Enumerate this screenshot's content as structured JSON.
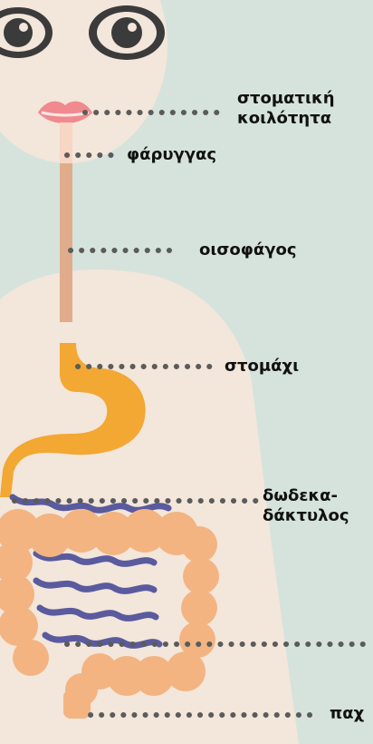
{
  "colors": {
    "background": "#d5e3dc",
    "skin": "#f3e6da",
    "eye": "#3b3b3b",
    "lips": "#f08a8f",
    "esophagus": "#e0ac8c",
    "stomach": "#f2a833",
    "intestine_small": "#5a5a9e",
    "intestine_large": "#f3b482",
    "dots": "#5b5b5b"
  },
  "labels": {
    "mouth_line1": "στοματική",
    "mouth_line2": "κοιλότητα",
    "pharynx": "φάρυγγας",
    "esophagus": "οισοφάγος",
    "stomach": "στομάχι",
    "duodenum_line1": "δωδεκα-",
    "duodenum_line2": "δάκτυλος",
    "colon": "παχ"
  }
}
